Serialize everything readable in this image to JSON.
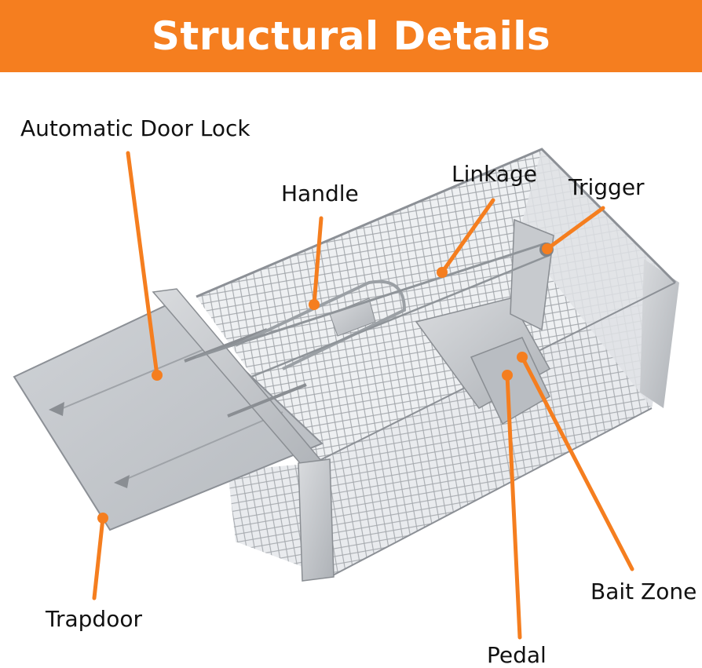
{
  "header": {
    "title": "Structural Details"
  },
  "colors": {
    "accent": "#f57e1f",
    "text": "#111111",
    "background": "#ffffff"
  },
  "labels": {
    "automatic_door_lock": "Automatic Door Lock",
    "handle": "Handle",
    "linkage": "Linkage",
    "trigger": "Trigger",
    "trapdoor": "Trapdoor",
    "bait_zone": "Bait Zone",
    "pedal": "Pedal"
  },
  "image": {
    "subject": "galvanized wire mesh live-catch cage trap"
  }
}
